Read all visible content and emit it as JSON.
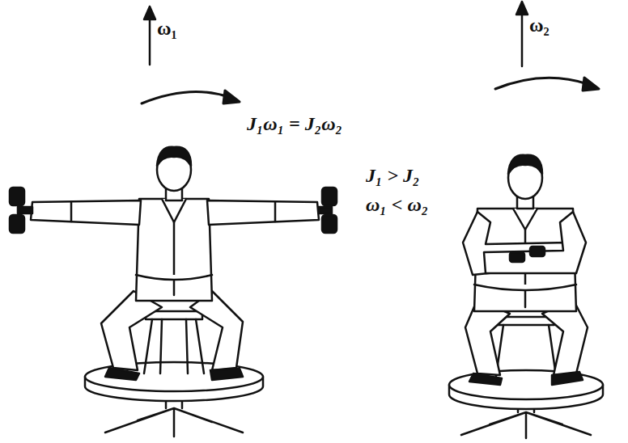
{
  "diagram": {
    "labels": [
      "ω₁",
      "ω₂",
      "J₁ω₁ = J₂ω₂",
      "J₁ > J₂",
      "ω₁ < ω₂"
    ]
  }
}
